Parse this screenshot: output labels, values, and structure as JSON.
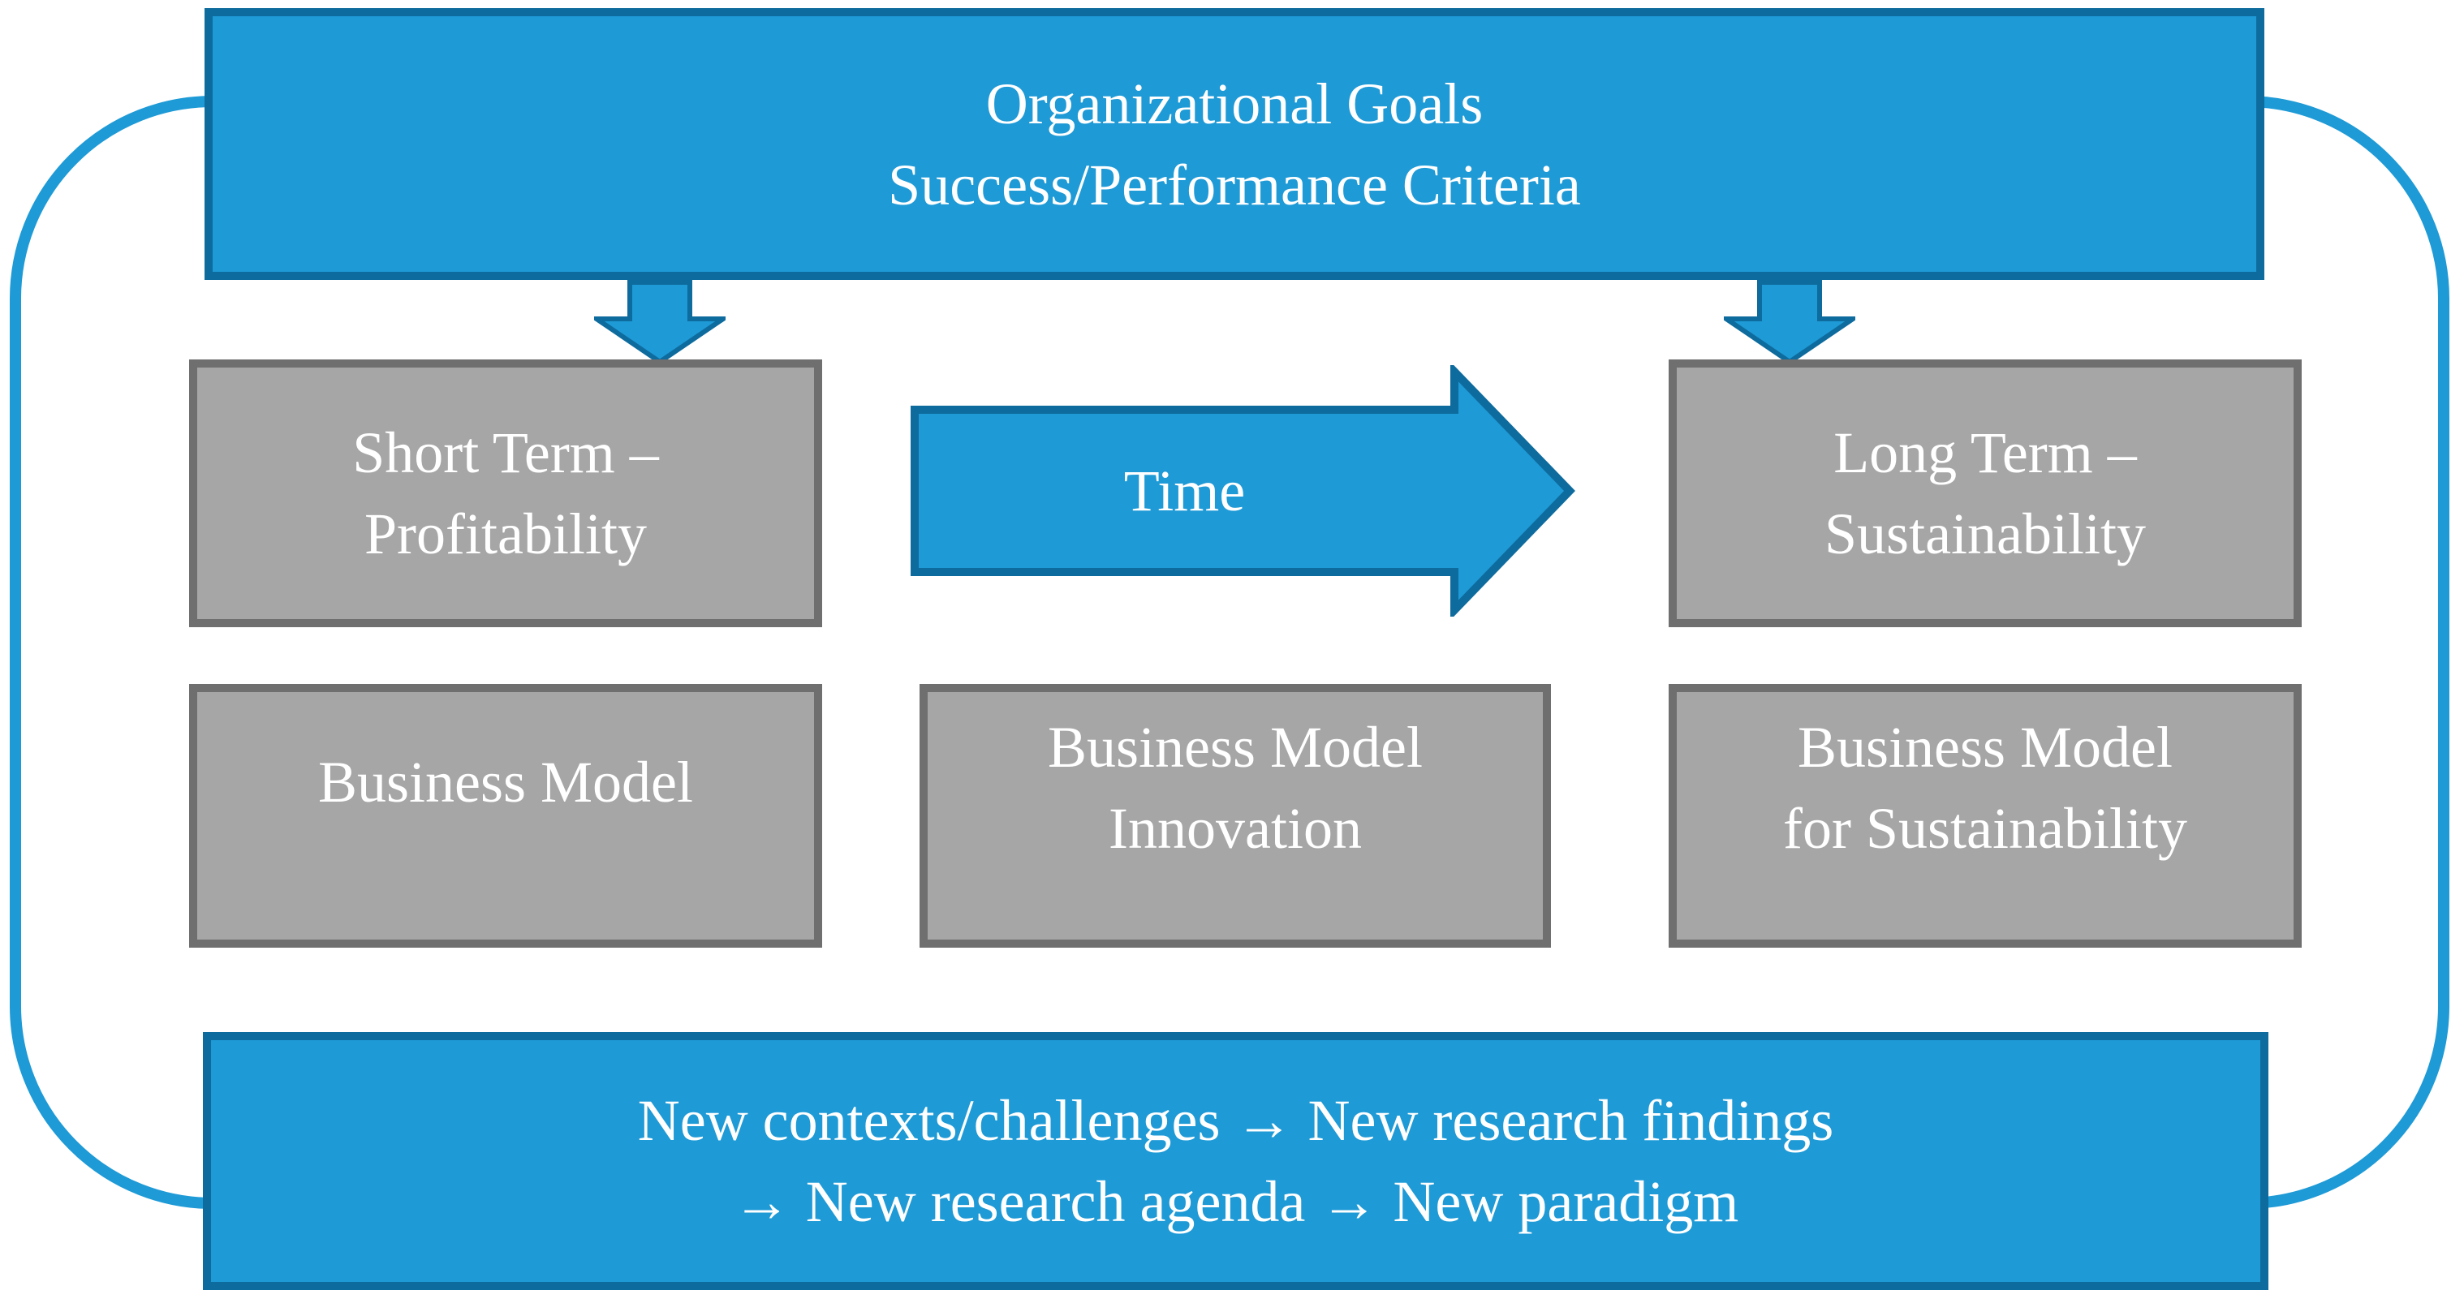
{
  "title": "Business model sustainability diagram",
  "colors": {
    "blue_fill": "#1E9AD6",
    "blue_border": "#0E6B9D",
    "gray_fill": "#A6A6A6",
    "gray_border": "#6F6F6F",
    "text": "#FFFFFF"
  },
  "top_banner": {
    "line1": "Organizational Goals",
    "line2": "Success/Performance Criteria"
  },
  "row1": {
    "left": {
      "line1": "Short Term –",
      "line2": "Profitability"
    },
    "time_arrow_label": "Time",
    "right": {
      "line1": "Long Term –",
      "line2": "Sustainability"
    }
  },
  "row2": {
    "left": {
      "line1": "Business Model"
    },
    "middle": {
      "line1": "Business Model",
      "line2": "Innovation"
    },
    "right": {
      "line1": "Business Model",
      "line2": "for Sustainability"
    }
  },
  "bottom_banner": {
    "line1": "New contexts/challenges → New research findings",
    "line2": "→ New research agenda → New paradigm"
  }
}
